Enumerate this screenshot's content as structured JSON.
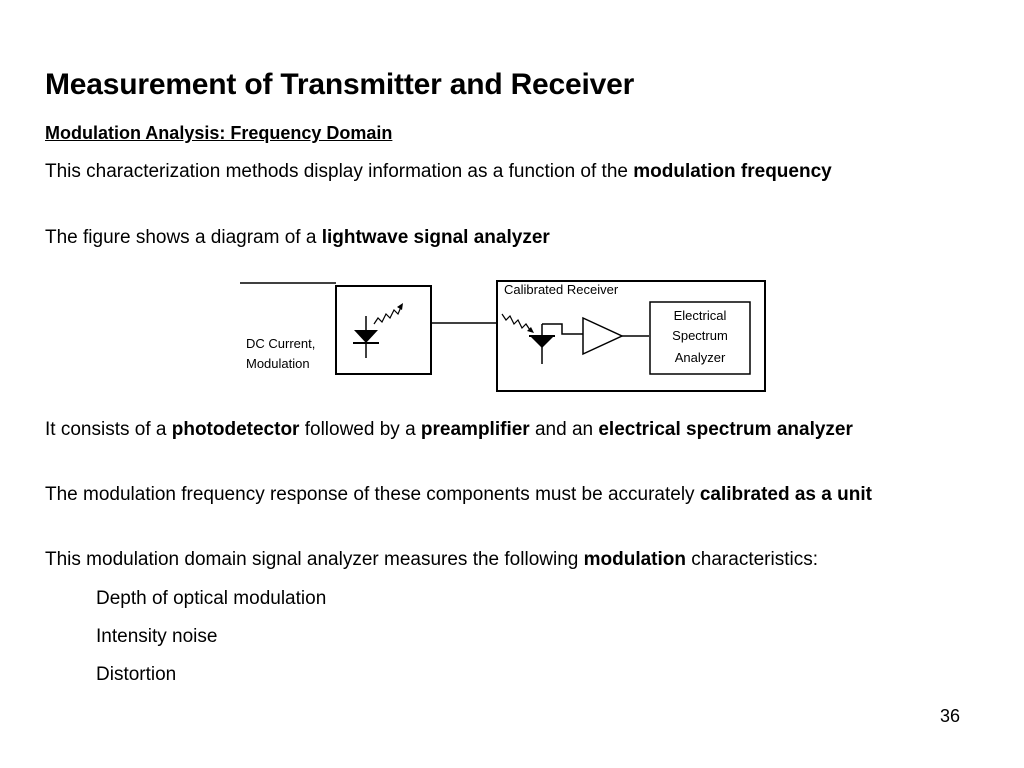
{
  "title": "Measurement of Transmitter and Receiver",
  "subtitle": "Modulation Analysis: Frequency Domain",
  "p1": {
    "t1": "This characterization methods display information as a function of the ",
    "b1": "modulation frequency"
  },
  "p2": {
    "t1": "The figure shows a diagram of a ",
    "b1": "lightwave signal analyzer"
  },
  "diagram": {
    "input_label_line1": "DC Current,",
    "input_label_line2": "Modulation",
    "receiver_label": "Calibrated Receiver",
    "analyzer_line1": "Electrical",
    "analyzer_line2": "Spectrum",
    "analyzer_line3": "Analyzer"
  },
  "p3": {
    "t1": "It consists of a ",
    "b1": "photodetector",
    "t2": " followed by a ",
    "b2": "preamplifier",
    "t3": " and an ",
    "b3": "electrical spectrum analyzer"
  },
  "p4": {
    "t1": "The modulation frequency response of these components must be accurately ",
    "b1": "calibrated as a unit"
  },
  "p5": {
    "t1": "This modulation domain signal analyzer measures the following ",
    "b1": "modulation",
    "t2": " characteristics:"
  },
  "items": [
    "Depth of optical modulation",
    "Intensity noise",
    "Distortion"
  ],
  "page_number": "36"
}
